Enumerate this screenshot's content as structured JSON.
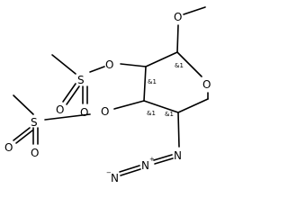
{
  "atoms": {
    "o_ring": "O",
    "o_methoxy": "O",
    "o_mesyl_upper_link": "O",
    "s_upper": "S",
    "o_upper_1": "O",
    "o_upper_2": "O",
    "o_mesyl_lower_link": "O",
    "s_lower": "S",
    "o_lower_1": "O",
    "o_lower_2": "O",
    "n_terminal": "N",
    "n_terminal_charge": "−",
    "n_middle": "N",
    "n_middle_charge": "+",
    "n_attached": "N"
  },
  "stereo_labels": {
    "c1": "&1",
    "c2": "&1",
    "c3": "&1",
    "c4": "&1"
  }
}
